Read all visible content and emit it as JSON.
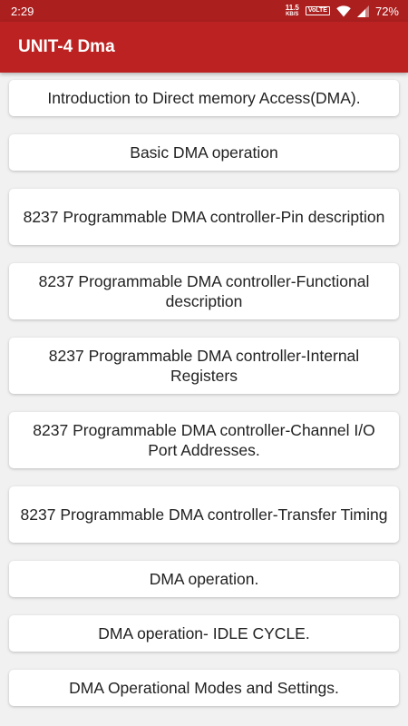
{
  "status_bar": {
    "time": "2:29",
    "net_speed_value": "11.5",
    "net_speed_unit": "KB/S",
    "volte": "VoLTE",
    "battery": "72%"
  },
  "app_bar": {
    "title": "UNIT-4 Dma"
  },
  "colors": {
    "status_bar": "#ab1f1f",
    "app_bar": "#bd2222",
    "background": "#f1f1f1",
    "card": "#ffffff"
  },
  "topics": [
    {
      "label": "Introduction to Direct memory Access(DMA)."
    },
    {
      "label": "Basic DMA operation"
    },
    {
      "label": "8237 Programmable DMA controller-Pin description"
    },
    {
      "label": "8237 Programmable DMA controller-Functional description"
    },
    {
      "label": "8237 Programmable DMA controller-Internal Registers"
    },
    {
      "label": "8237 Programmable DMA controller-Channel I/O Port Addresses."
    },
    {
      "label": "8237 Programmable DMA controller-Transfer Timing"
    },
    {
      "label": "DMA operation."
    },
    {
      "label": "DMA operation- IDLE CYCLE."
    },
    {
      "label": "DMA Operational Modes and Settings."
    }
  ]
}
